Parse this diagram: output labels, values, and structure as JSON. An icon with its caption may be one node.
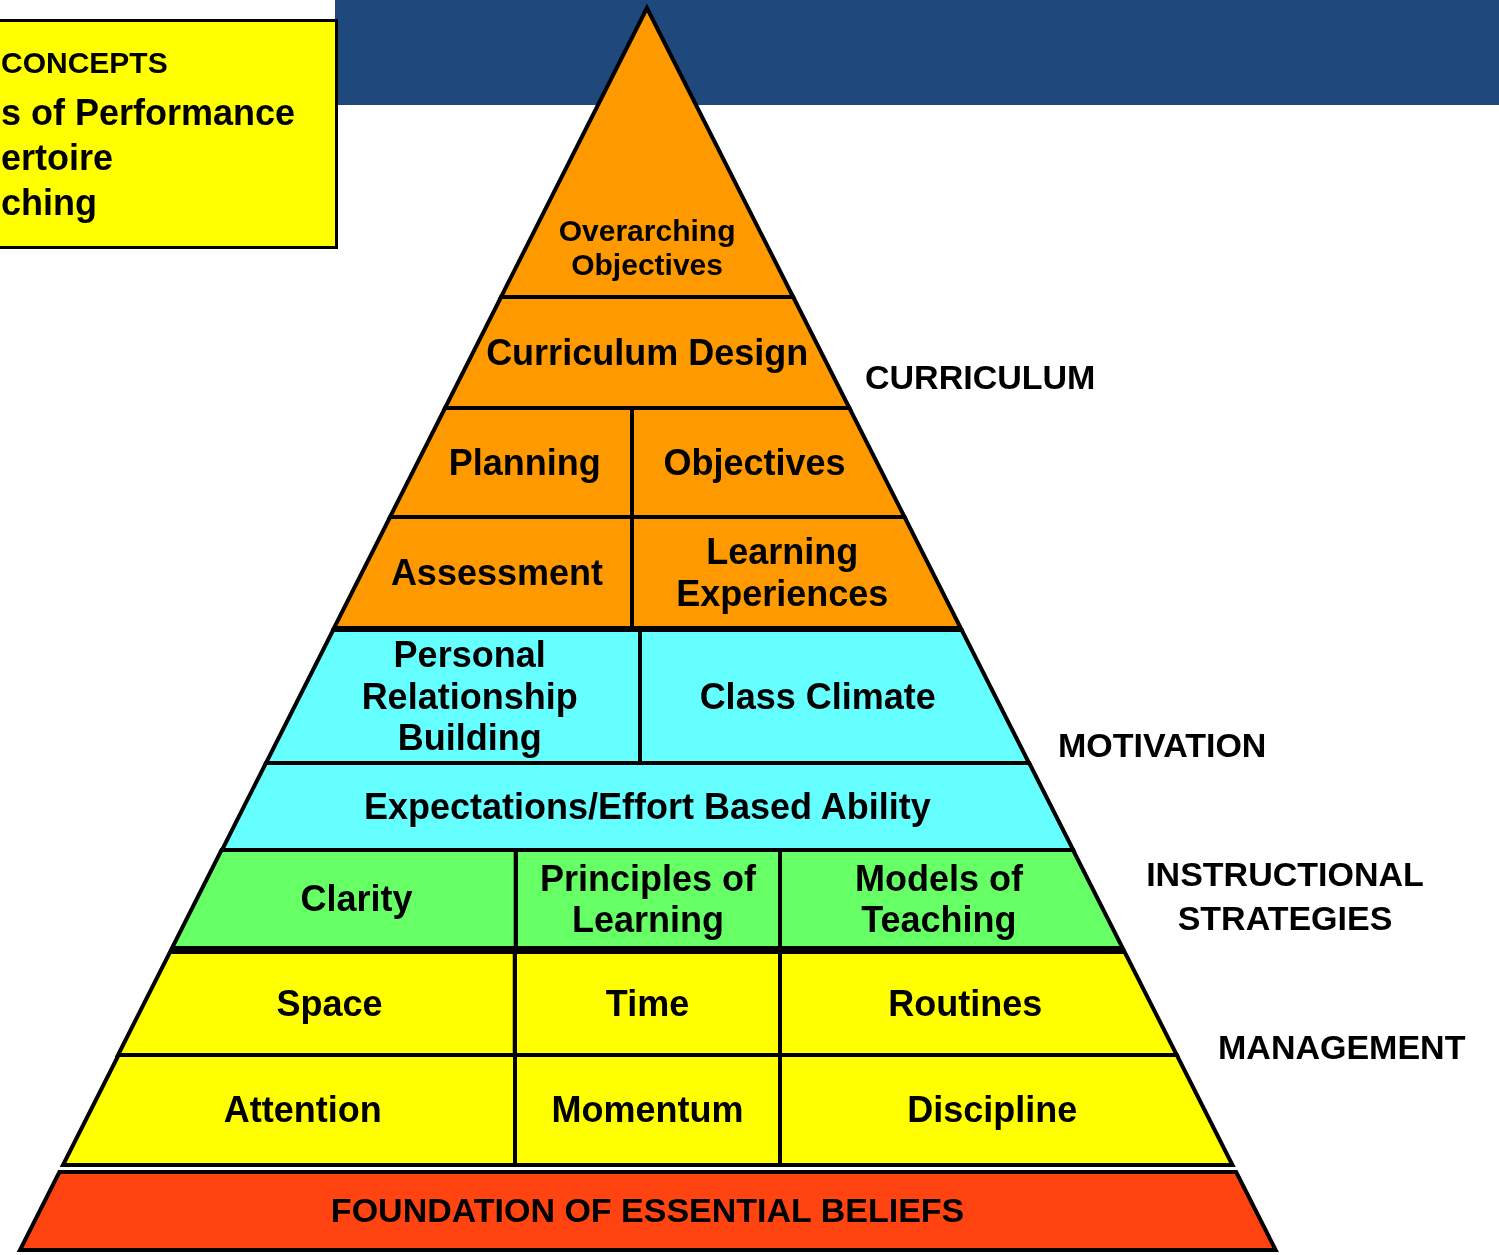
{
  "diagram": {
    "nodes": [
      {
        "text": [
          "CONCEPTS",
          "s of Performance",
          "ertoire",
          "ching"
        ]
      },
      {
        "text": [
          "Overarching Objectives"
        ]
      },
      {
        "text": [
          "Curriculum Design"
        ]
      },
      {
        "text": [
          "Planning"
        ]
      },
      {
        "text": [
          "Objectives"
        ]
      },
      {
        "text": [
          "Assessment"
        ]
      },
      {
        "text": [
          "Learning Experiences"
        ]
      },
      {
        "text": [
          "Personal Relationship Building"
        ]
      },
      {
        "text": [
          "Class Climate"
        ]
      },
      {
        "text": [
          "Expectations/Effort Based Ability"
        ]
      },
      {
        "text": [
          "Clarity"
        ]
      },
      {
        "text": [
          "Principles of Learning"
        ]
      },
      {
        "text": [
          "Models of Teaching"
        ]
      },
      {
        "text": [
          "Space"
        ]
      },
      {
        "text": [
          "Time"
        ]
      },
      {
        "text": [
          "Routines"
        ]
      },
      {
        "text": [
          "Attention"
        ]
      },
      {
        "text": [
          "Momentum"
        ]
      },
      {
        "text": [
          "Discipline"
        ]
      },
      {
        "text": [
          "FOUNDATION OF ESSENTIAL BELIEFS"
        ]
      }
    ],
    "labels": [
      "CURRICULUM",
      "MOTIVATION",
      "INSTRUCTIONAL STRATEGIES",
      "MANAGEMENT"
    ]
  }
}
